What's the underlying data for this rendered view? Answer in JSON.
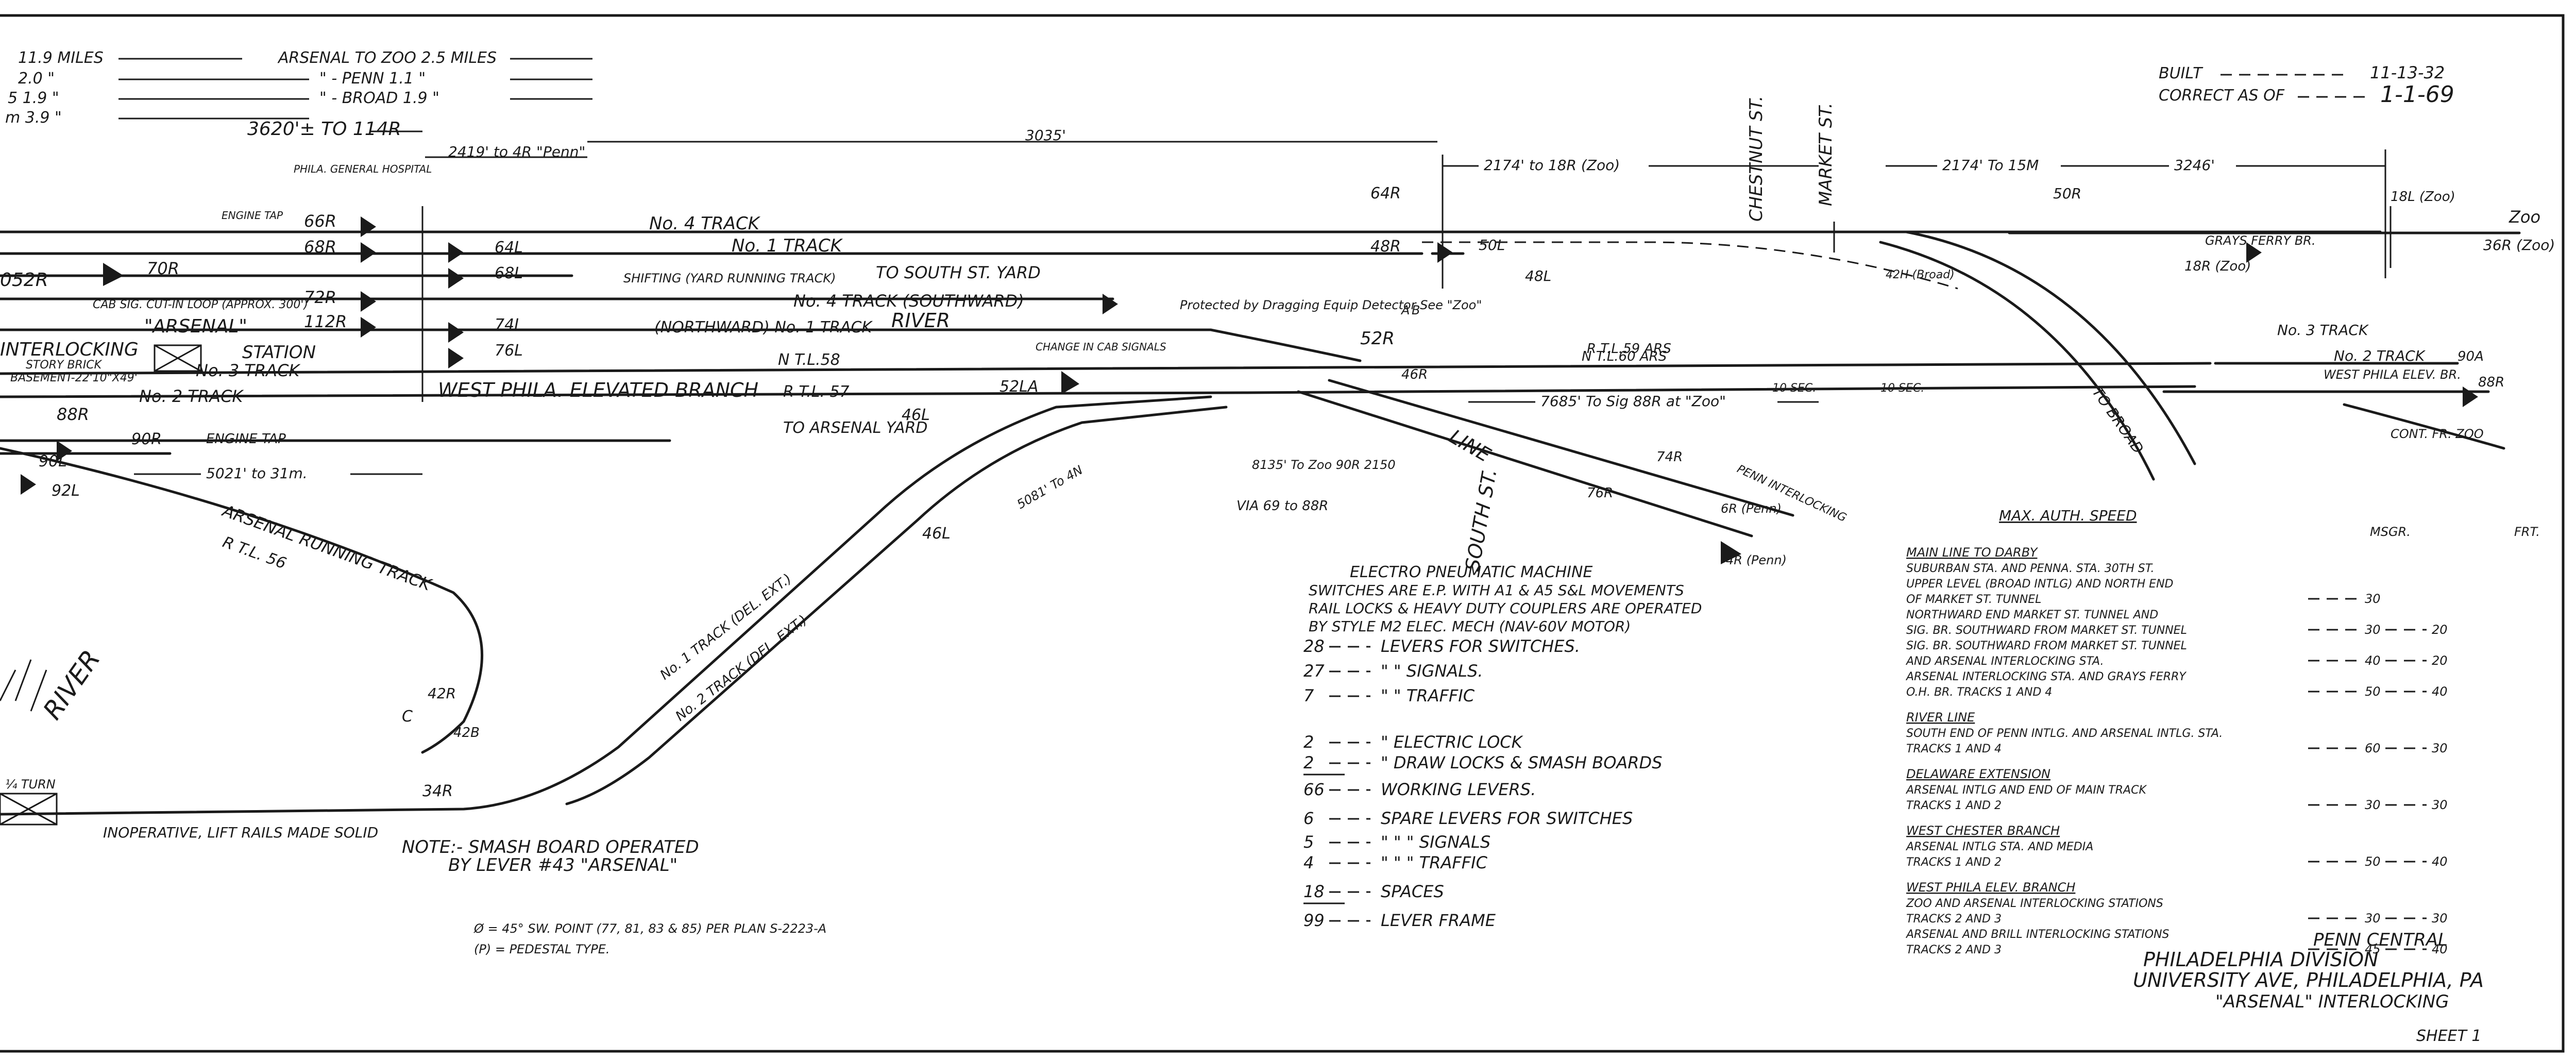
{
  "header": {
    "dist_rows": [
      {
        "l1": "11.9 MILES",
        "l2": "ARSENAL TO ZOO 2.5 MILES"
      },
      {
        "l1": "2.0 \"",
        "l2": "\" - PENN 1.1 \""
      },
      {
        "l1": "5 1.9 \"",
        "l2": "\" - BROAD 1.9 \""
      },
      {
        "l1": "m 3.9 \"",
        "l2": ""
      }
    ],
    "built_label": "BUILT",
    "built_date": "11-13-32",
    "correct_label": "CORRECT AS OF",
    "correct_date": "1-1-69"
  },
  "distances": [
    {
      "id": "d1",
      "text": "3620'± TO 114R"
    },
    {
      "id": "d2",
      "text": "2419' to 4R \"Penn\""
    },
    {
      "id": "d3",
      "text": "3035'"
    },
    {
      "id": "d4",
      "text": "2174' to 18R (Zoo)"
    },
    {
      "id": "d5",
      "text": "2174' To 15M"
    },
    {
      "id": "d6",
      "text": "3246'"
    },
    {
      "id": "d7",
      "text": "5021' to 31m."
    },
    {
      "id": "d8",
      "text": "7685' To Sig 88R at \"Zoo\""
    },
    {
      "id": "d9",
      "text": "8135' To Zoo 90R 2150"
    },
    {
      "id": "d10",
      "text": "5081' To 4N"
    }
  ],
  "street_labels": [
    "CHESTNUT ST.",
    "MARKET ST.",
    "SOUTH ST.",
    "LINE"
  ],
  "hospital_label": "PHILA. GENERAL HOSPITAL",
  "tracks": {
    "t1": "No. 4 TRACK",
    "t2": "No. 1 TRACK",
    "t3": "TO SOUTH ST. YARD",
    "t4": "SHIFTING (YARD RUNNING TRACK)",
    "t5": "No. 4 TRACK (SOUTHWARD)",
    "t6": "(NORTHWARD) No. 1 TRACK",
    "t7": "RIVER",
    "t8": "No. 3 TRACK",
    "t9": "N T.L.58",
    "t10": "No. 2 TRACK",
    "t11": "WEST PHILA. ELEVATED BRANCH",
    "t12": "R T.L. 57",
    "t13": "TO ARSENAL YARD",
    "t14": "ARSENAL RUNNING TRACK",
    "t15": "R T.L. 56",
    "t16": "No. 1 TRACK (DEL. EXT.)",
    "t17": "No. 2 TRACK (DEL. EXT.)",
    "t18": "No. 2 TRACK",
    "t19": "No. 3 TRACK",
    "t20": "WEST PHILA ELEV. BR.",
    "t21": "GRAYS FERRY BR.",
    "t22": "TO BROAD",
    "t23": "N T.L.60 ARS",
    "t24": "R T.L.59 ARS",
    "t25": "Zoo",
    "t26": "CONT. FR. ZOO",
    "t27": "PENN INTERLOCKING"
  },
  "river_label": "RIVER",
  "turn_label": "¼ TURN",
  "station": {
    "interlocking": "INTERLOCKING",
    "tower": "STORY BRICK",
    "basement": "BASEMENT-22'10\"X49'",
    "station": "STATION",
    "cab": "CAB SIG. CUT-IN LOOP (APPROX. 300')",
    "arsenal": "\"ARSENAL\""
  },
  "signals": [
    "66R",
    "68R",
    "70R",
    "72R",
    "112R",
    "052R",
    "88R",
    "90R",
    "90L",
    "92L",
    "64L",
    "68L",
    "74L",
    "76L",
    "64R",
    "48R",
    "50L",
    "48L",
    "52R",
    "46R",
    "52LA",
    "46L",
    "46L",
    "34R",
    "42R",
    "42B",
    "50R",
    "18L (Zoo)",
    "18R (Zoo)",
    "36R (Zoo)",
    "90A",
    "88R",
    "42H (Broad)",
    "74R",
    "76R",
    "6R (Penn)",
    "4R (Penn)",
    "C",
    "A",
    "B"
  ],
  "misc_notes": [
    "Protected by Dragging Equip Detector See \"Zoo\"",
    "CHANGE IN CAB SIGNALS",
    "ENGINE TAP",
    "ENGINE TAP",
    "INOPERATIVE, LIFT RAILS MADE SOLID",
    "VIA 69 to 88R",
    "10 SEC.",
    "10 SEC."
  ],
  "machine": {
    "title": "ELECTRO PNEUMATIC MACHINE",
    "desc": [
      "SWITCHES ARE E.P. WITH A1 & A5 S&L MOVEMENTS",
      "RAIL LOCKS & HEAVY DUTY COUPLERS ARE OPERATED",
      "BY STYLE M2 ELEC. MECH (NAV-60V MOTOR)"
    ],
    "levers": [
      {
        "n": "28",
        "d": "LEVERS FOR SWITCHES."
      },
      {
        "n": "27",
        "d": "\" \" SIGNALS."
      },
      {
        "n": "7",
        "d": "\" \" TRAFFIC"
      },
      {
        "n": "2",
        "d": "\" ELECTRIC LOCK"
      },
      {
        "n": "2",
        "d": "\" DRAW LOCKS & SMASH BOARDS"
      },
      {
        "n": "66",
        "d": "WORKING LEVERS."
      },
      {
        "n": "6",
        "d": "SPARE LEVERS FOR SWITCHES"
      },
      {
        "n": "5",
        "d": "\" \" \" SIGNALS"
      },
      {
        "n": "4",
        "d": "\" \" \" TRAFFIC"
      },
      {
        "n": "18",
        "d": "SPACES"
      },
      {
        "n": "99",
        "d": "LEVER FRAME"
      }
    ]
  },
  "notes": {
    "smash": [
      "NOTE:- SMASH BOARD OPERATED",
      "BY LEVER #43 \"ARSENAL\""
    ],
    "sw_point": "Ø = 45° SW. POINT (77, 81, 83 & 85) PER PLAN S-2223-A",
    "pedestal": "(P) = PEDESTAL TYPE."
  },
  "speed": {
    "title": "MAX. AUTH. SPEED",
    "col1": "MSGR.",
    "col2": "FRT.",
    "sections": [
      {
        "head": "MAIN LINE TO DARBY",
        "rows": [
          {
            "lines": [
              "SUBURBAN STA. AND PENNA. STA. 30TH ST."
            ],
            "p": "",
            "f": ""
          },
          {
            "lines": [
              "UPPER LEVEL (BROAD INTLG) AND NORTH END",
              "OF MARKET ST. TUNNEL"
            ],
            "p": "30",
            "f": ""
          },
          {
            "lines": [
              "NORTHWARD END MARKET ST. TUNNEL AND",
              "SIG. BR. SOUTHWARD FROM MARKET ST. TUNNEL"
            ],
            "p": "30",
            "f": "20"
          },
          {
            "lines": [
              "SIG. BR. SOUTHWARD FROM MARKET ST. TUNNEL",
              "AND ARSENAL INTERLOCKING STA."
            ],
            "p": "40",
            "f": "20"
          },
          {
            "lines": [
              "ARSENAL INTERLOCKING STA. AND GRAYS FERRY",
              "O.H. BR. TRACKS 1 AND 4"
            ],
            "p": "50",
            "f": "40"
          }
        ]
      },
      {
        "head": "RIVER LINE",
        "rows": [
          {
            "lines": [
              "SOUTH END OF PENN INTLG. AND ARSENAL INTLG. STA.",
              "TRACKS 1 AND 4"
            ],
            "p": "60",
            "f": "30"
          }
        ]
      },
      {
        "head": "DELAWARE EXTENSION",
        "rows": [
          {
            "lines": [
              "ARSENAL INTLG AND END OF MAIN TRACK",
              "TRACKS 1 AND 2"
            ],
            "p": "30",
            "f": "30"
          }
        ]
      },
      {
        "head": "WEST CHESTER BRANCH",
        "rows": [
          {
            "lines": [
              "ARSENAL INTLG STA. AND MEDIA",
              "TRACKS 1 AND 2"
            ],
            "p": "50",
            "f": "40"
          }
        ]
      },
      {
        "head": "WEST PHILA ELEV. BRANCH",
        "rows": [
          {
            "lines": [
              "ZOO AND ARSENAL INTERLOCKING STATIONS",
              "TRACKS 2 AND 3"
            ],
            "p": "30",
            "f": "30"
          },
          {
            "lines": [
              "ARSENAL AND BRILL INTERLOCKING STATIONS",
              "TRACKS 2 AND 3"
            ],
            "p": "45",
            "f": "40"
          }
        ]
      }
    ]
  },
  "title_block": [
    "PENN CENTRAL",
    "PHILADELPHIA DIVISION",
    "UNIVERSITY AVE, PHILADELPHIA, PA",
    "\"ARSENAL\" INTERLOCKING"
  ],
  "sheet": "SHEET 1"
}
